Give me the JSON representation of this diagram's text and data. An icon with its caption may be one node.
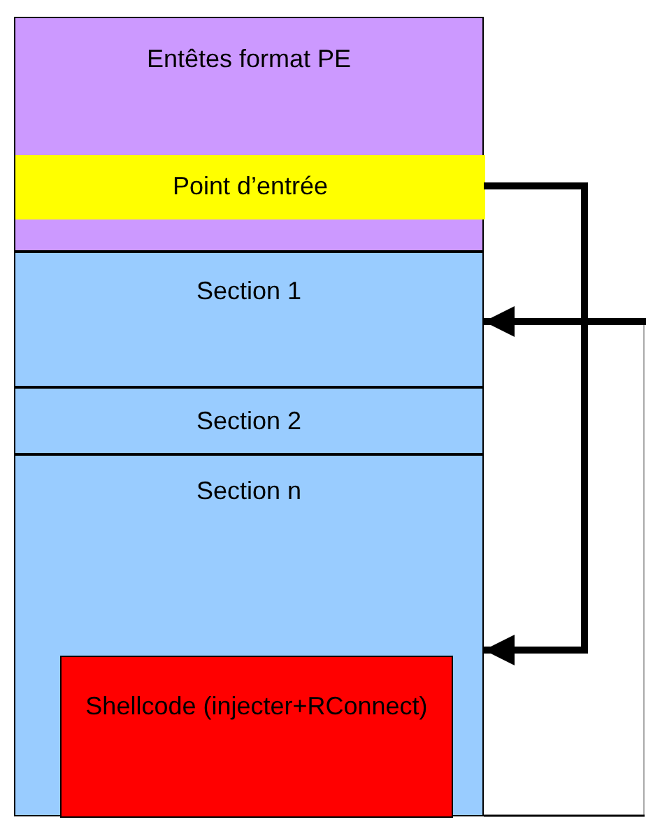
{
  "diagram": {
    "nodes": [
      {
        "text": [
          "Entêtes format PE"
        ]
      },
      {
        "text": [
          "Point d’entrée"
        ],
        "in": 0
      },
      {
        "text": [
          "Section 1"
        ]
      },
      {
        "text": [
          "Section 2"
        ]
      },
      {
        "text": [
          "Section n"
        ]
      },
      {
        "text": [
          "Shellcode (injecter+RConnect)"
        ],
        "in": 4
      }
    ],
    "edges": [
      {
        "from": 1,
        "to": 4,
        "arrow": "to"
      },
      {
        "from": null,
        "to": 2,
        "arrow": "to"
      }
    ]
  }
}
